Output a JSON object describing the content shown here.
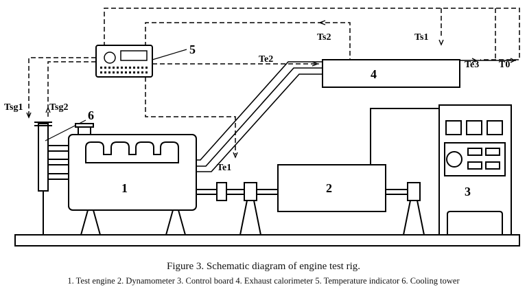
{
  "labels": {
    "n1": "1",
    "n2": "2",
    "n3": "3",
    "n4": "4",
    "n5": "5",
    "n6": "6",
    "ts1": "Ts1",
    "ts2": "Ts2",
    "te1": "Te1",
    "te2": "Te2",
    "te3": "Te3",
    "t0": "T0",
    "tsg1": "Tsg1",
    "tsg2": "Tsg2"
  },
  "caption": {
    "title": "Figure 3. Schematic diagram of engine test rig.",
    "legend": "1. Test engine 2. Dynamometer 3. Control board 4. Exhaust calorimeter 5.  Temperature indicator 6. Cooling tower"
  }
}
